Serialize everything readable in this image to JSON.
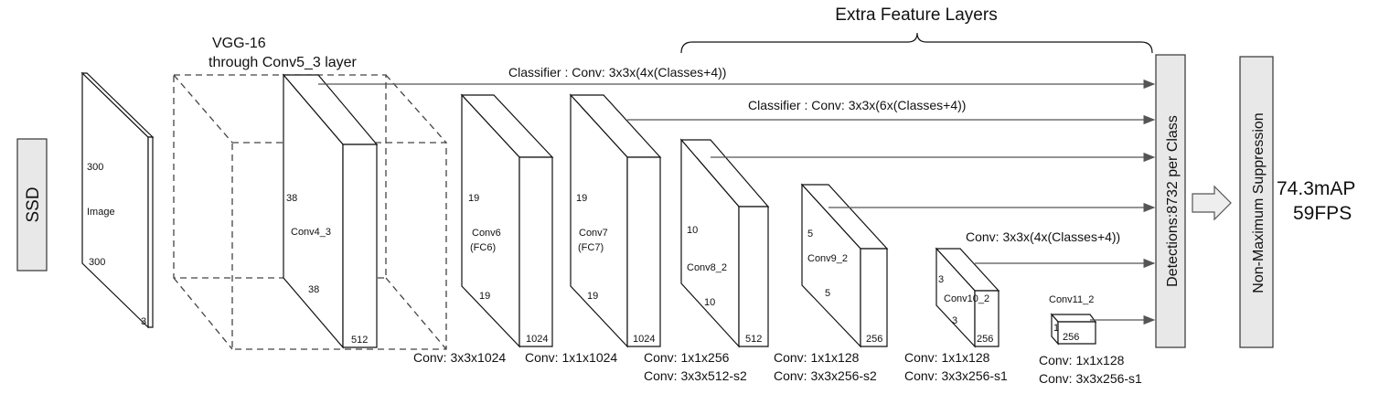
{
  "ssd_label": "SSD",
  "vgg_title_line1": "VGG-16",
  "vgg_title_line2": "through Conv5_3 layer",
  "extra_layers_title": "Extra Feature Layers",
  "image_block": {
    "dim_top": "300",
    "name": "Image",
    "dim_bottom": "300",
    "depth": "3"
  },
  "conv4_block": {
    "dim_side": "38",
    "name": "Conv4_3",
    "dim_bottom": "38",
    "depth": "512"
  },
  "conv6_block": {
    "dim_side": "19",
    "name_line1": "Conv6",
    "name_line2": "(FC6)",
    "dim_bottom": "19",
    "depth": "1024"
  },
  "conv7_block": {
    "dim_side": "19",
    "name_line1": "Conv7",
    "name_line2": "(FC7)",
    "dim_bottom": "19",
    "depth": "1024"
  },
  "conv8_block": {
    "dim_side": "10",
    "name": "Conv8_2",
    "dim_bottom": "10",
    "depth": "512"
  },
  "conv9_block": {
    "dim_side": "5",
    "name": "Conv9_2",
    "dim_bottom": "5",
    "depth": "256"
  },
  "conv10_block": {
    "dim_side": "3",
    "name": "Conv10_2",
    "dim_bottom": "3",
    "depth": "256"
  },
  "conv11_block": {
    "dim_side": "1",
    "name": "Conv11_2",
    "depth": "256"
  },
  "classifier_1": "Classifier : Conv: 3x3x(4x(Classes+4))",
  "classifier_2": "Classifier : Conv: 3x3x(6x(Classes+4))",
  "classifier_3": "Conv: 3x3x(4x(Classes+4))",
  "conv_captions": {
    "fc6": "Conv: 3x3x1024",
    "fc7": "Conv: 1x1x1024",
    "conv8_line1": "Conv: 1x1x256",
    "conv8_line2": "Conv:  3x3x512-s2",
    "conv9_line1": "Conv: 1x1x128",
    "conv9_line2": "Conv: 3x3x256-s2",
    "conv10_line1": "Conv: 1x1x128",
    "conv10_line2": "Conv: 3x3x256-s1",
    "conv11_line1": "Conv: 1x1x128",
    "conv11_line2": "Conv: 3x3x256-s1"
  },
  "detections_label": "Detections:8732  per Class",
  "nms_label": "Non-Maximum Suppression",
  "result_map": "74.3mAP",
  "result_fps": "59FPS"
}
